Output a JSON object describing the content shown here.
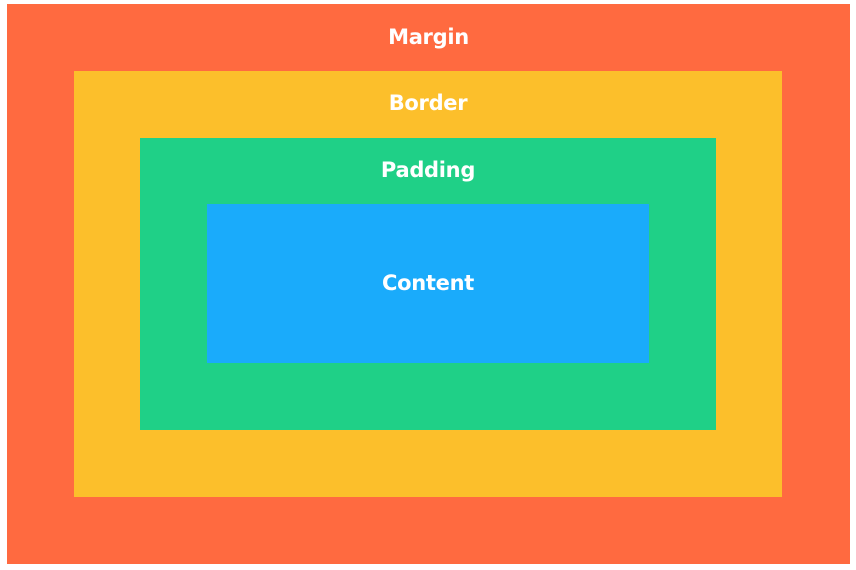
{
  "layers": {
    "margin": {
      "label": "Margin",
      "color": "#ff6a40"
    },
    "border": {
      "label": "Border",
      "color": "#fcbf2b"
    },
    "padding": {
      "label": "Padding",
      "color": "#1fd087"
    },
    "content": {
      "label": "Content",
      "color": "#1aabfb"
    }
  },
  "label_color": "#ffffff"
}
